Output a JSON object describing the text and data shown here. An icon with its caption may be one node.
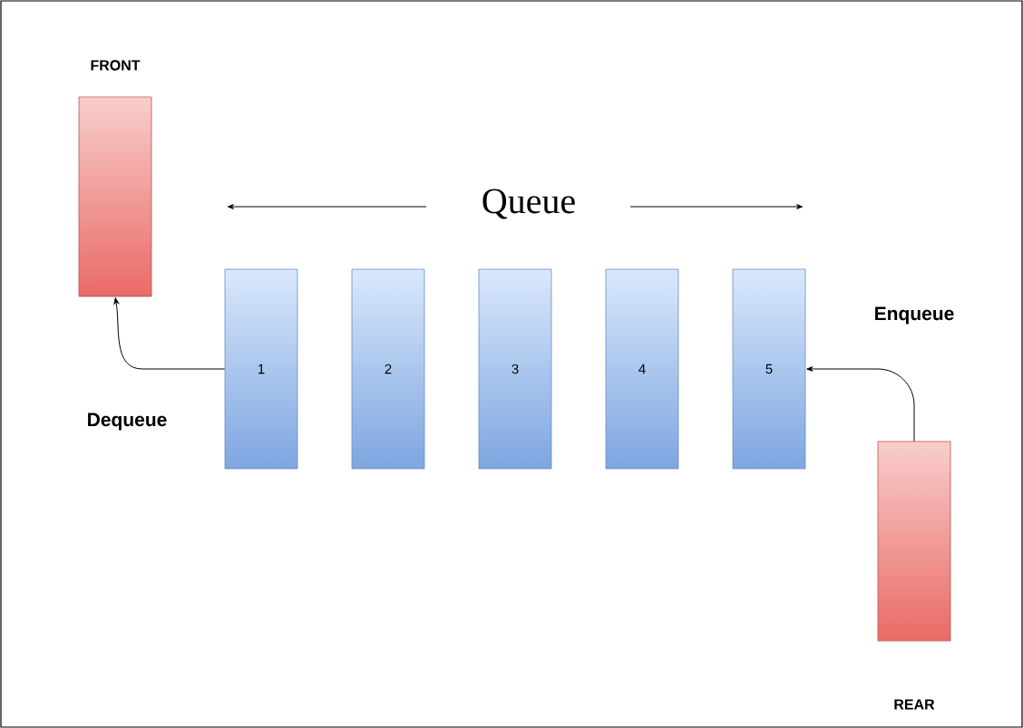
{
  "diagram": {
    "nodes": [
      {
        "text": [
          "FRONT"
        ]
      },
      {
        "text": [
          "1"
        ]
      },
      {
        "text": [
          "2"
        ]
      },
      {
        "text": [
          "3"
        ]
      },
      {
        "text": [
          "4"
        ]
      },
      {
        "text": [
          "5"
        ]
      },
      {
        "text": [
          "REAR"
        ]
      }
    ],
    "edges": [
      {
        "from": 1,
        "to": 0,
        "arrow": "to",
        "label": "Dequeue"
      },
      {
        "from": 6,
        "to": 5,
        "arrow": "to",
        "label": "Enqueue"
      }
    ],
    "labels": [
      "Queue"
    ]
  }
}
